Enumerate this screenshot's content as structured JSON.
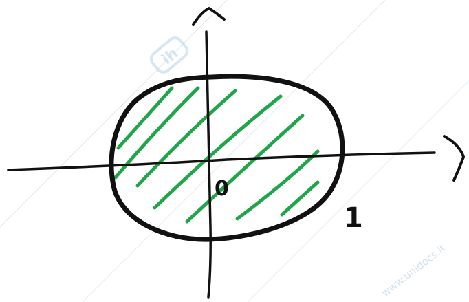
{
  "diagram": {
    "labels": {
      "origin": "0",
      "radius": "1"
    },
    "watermark": {
      "logo_text": "ih",
      "url_text": "www.unidocs.it"
    },
    "colors": {
      "ink": "#111111",
      "hatch": "#1fa64a",
      "watermark": "#c9dbe8"
    },
    "icons": {
      "x_arrow": "arrowhead-right-icon",
      "y_arrow": "arrowhead-up-icon",
      "logo": "watermark-logo-icon"
    }
  }
}
